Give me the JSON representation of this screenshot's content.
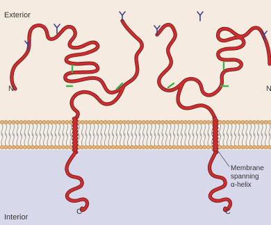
{
  "labels": {
    "exterior": "Exterior",
    "interior": "Interior",
    "n_left": "N",
    "n_right": "N",
    "c_left": "C",
    "c_right": "C",
    "helix_line1": "Membrane",
    "helix_line2": "spanning",
    "helix_line3": "α-helix"
  },
  "colors": {
    "exterior_bg": "#f6ebe1",
    "interior_bg": "#d7d9ea",
    "protein_chain": "#cc2f30",
    "protein_outline": "#7a1818",
    "disulfide_bond": "#39b54a",
    "glycan": "#3d3f8f",
    "lipid_head": "#e2b27a",
    "lipid_tail": "#8a8a8a"
  },
  "icons": {
    "glycan": "y-shaped-glycan-icon",
    "disulfide": "green-bridge-icon"
  }
}
